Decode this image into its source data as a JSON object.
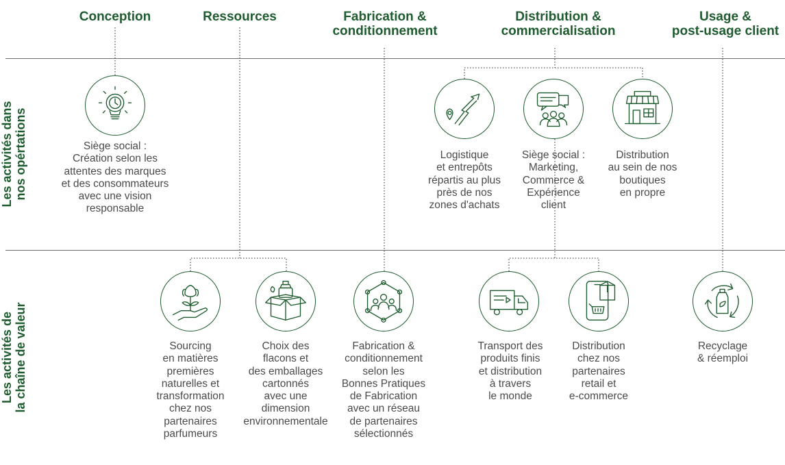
{
  "headers": [
    {
      "id": "conception",
      "text": "Conception"
    },
    {
      "id": "ressources",
      "text": "Ressources"
    },
    {
      "id": "fabrication",
      "text": "Fabrication &\nconditionnement"
    },
    {
      "id": "distribution",
      "text": "Distribution &\ncommercialisation"
    },
    {
      "id": "usage",
      "text": "Usage &\npost-usage client"
    }
  ],
  "rows": {
    "operations": "Les activités dans\nnos opértations",
    "value_chain": "Les activités de\nla chaîne de valeur"
  },
  "items": [
    {
      "id": "siege-creation",
      "icon": "lightbulb-icon",
      "caption": "Siège social :\nCréation selon les\nattentes des marques\net des consommateurs\navec une vision\nresponsable"
    },
    {
      "id": "logistique",
      "icon": "route-pin-icon",
      "caption": "Logistique\net entrepôts\nrépartis au plus\nprès de nos\nzones d'achats"
    },
    {
      "id": "siege-marketing",
      "icon": "chat-people-icon",
      "caption": "Siège social :\nMarketing,\nCommerce &\nExpérience\nclient"
    },
    {
      "id": "boutiques",
      "icon": "storefront-icon",
      "caption": "Distribution\nau sein de nos\nboutiques\nen propre"
    },
    {
      "id": "sourcing",
      "icon": "flower-hand-icon",
      "caption": "Sourcing\nen matières\npremières\nnaturelles et\ntransformation\nchez nos\npartenaires\nparfumeurs"
    },
    {
      "id": "flacons",
      "icon": "bottle-box-icon",
      "caption": "Choix des\nflacons et\ndes emballages\ncartonnés\navec une\ndimension\nenvironnementale"
    },
    {
      "id": "fabrication",
      "icon": "network-people-icon",
      "caption": "Fabrication &\nconditionnement\nselon les\nBonnes Pratiques\nde Fabrication\navec un réseau\nde partenaires\nsélectionnés"
    },
    {
      "id": "transport",
      "icon": "truck-icon",
      "caption": "Transport des\nproduits finis\net distribution\nà travers\nle monde"
    },
    {
      "id": "ecommerce",
      "icon": "phone-cart-icon",
      "caption": "Distribution\nchez nos\npartenaires\nretail et\ne-commerce"
    },
    {
      "id": "recyclage",
      "icon": "recycle-bottle-icon",
      "caption": "Recyclage\n& réemploi"
    }
  ],
  "colors": {
    "accent": "#1e5b2e",
    "line": "#6f6f6f",
    "text": "#4a4a4a"
  }
}
